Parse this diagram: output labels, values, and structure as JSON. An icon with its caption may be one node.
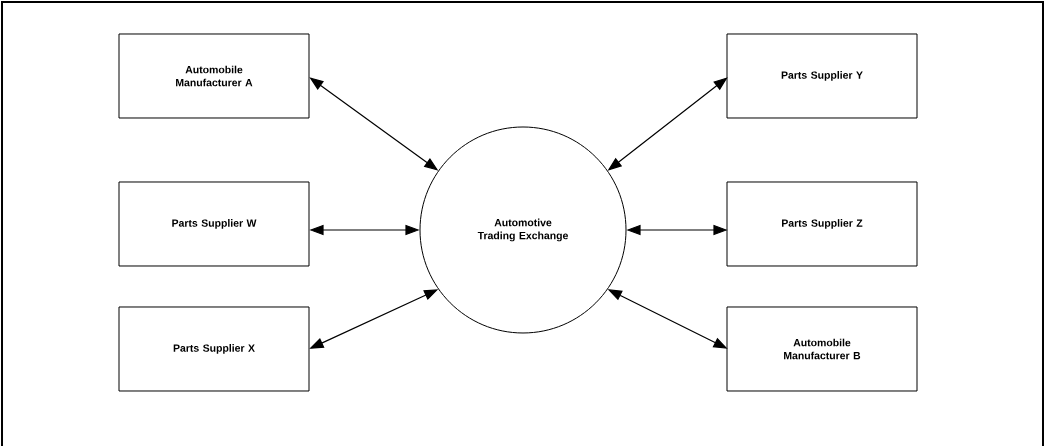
{
  "diagram": {
    "nodes": [
      {
        "text": [
          "Automobile Manufacturer A"
        ]
      },
      {
        "text": [
          "Parts Supplier Y"
        ]
      },
      {
        "text": [
          "Parts Supplier W"
        ]
      },
      {
        "text": [
          "Automotive Trading Exchange"
        ]
      },
      {
        "text": [
          "Parts Supplier Z"
        ]
      },
      {
        "text": [
          "Parts Supplier X"
        ]
      },
      {
        "text": [
          "Automobile Manufacturer B"
        ]
      }
    ],
    "edges": [
      {
        "from": 0,
        "to": 3,
        "arrow": "both"
      },
      {
        "from": 1,
        "to": 3,
        "arrow": "both"
      },
      {
        "from": 2,
        "to": 3,
        "arrow": "both"
      },
      {
        "from": 4,
        "to": 3,
        "arrow": "both"
      },
      {
        "from": 5,
        "to": 3,
        "arrow": "both"
      },
      {
        "from": 6,
        "to": 3,
        "arrow": "both"
      }
    ]
  }
}
